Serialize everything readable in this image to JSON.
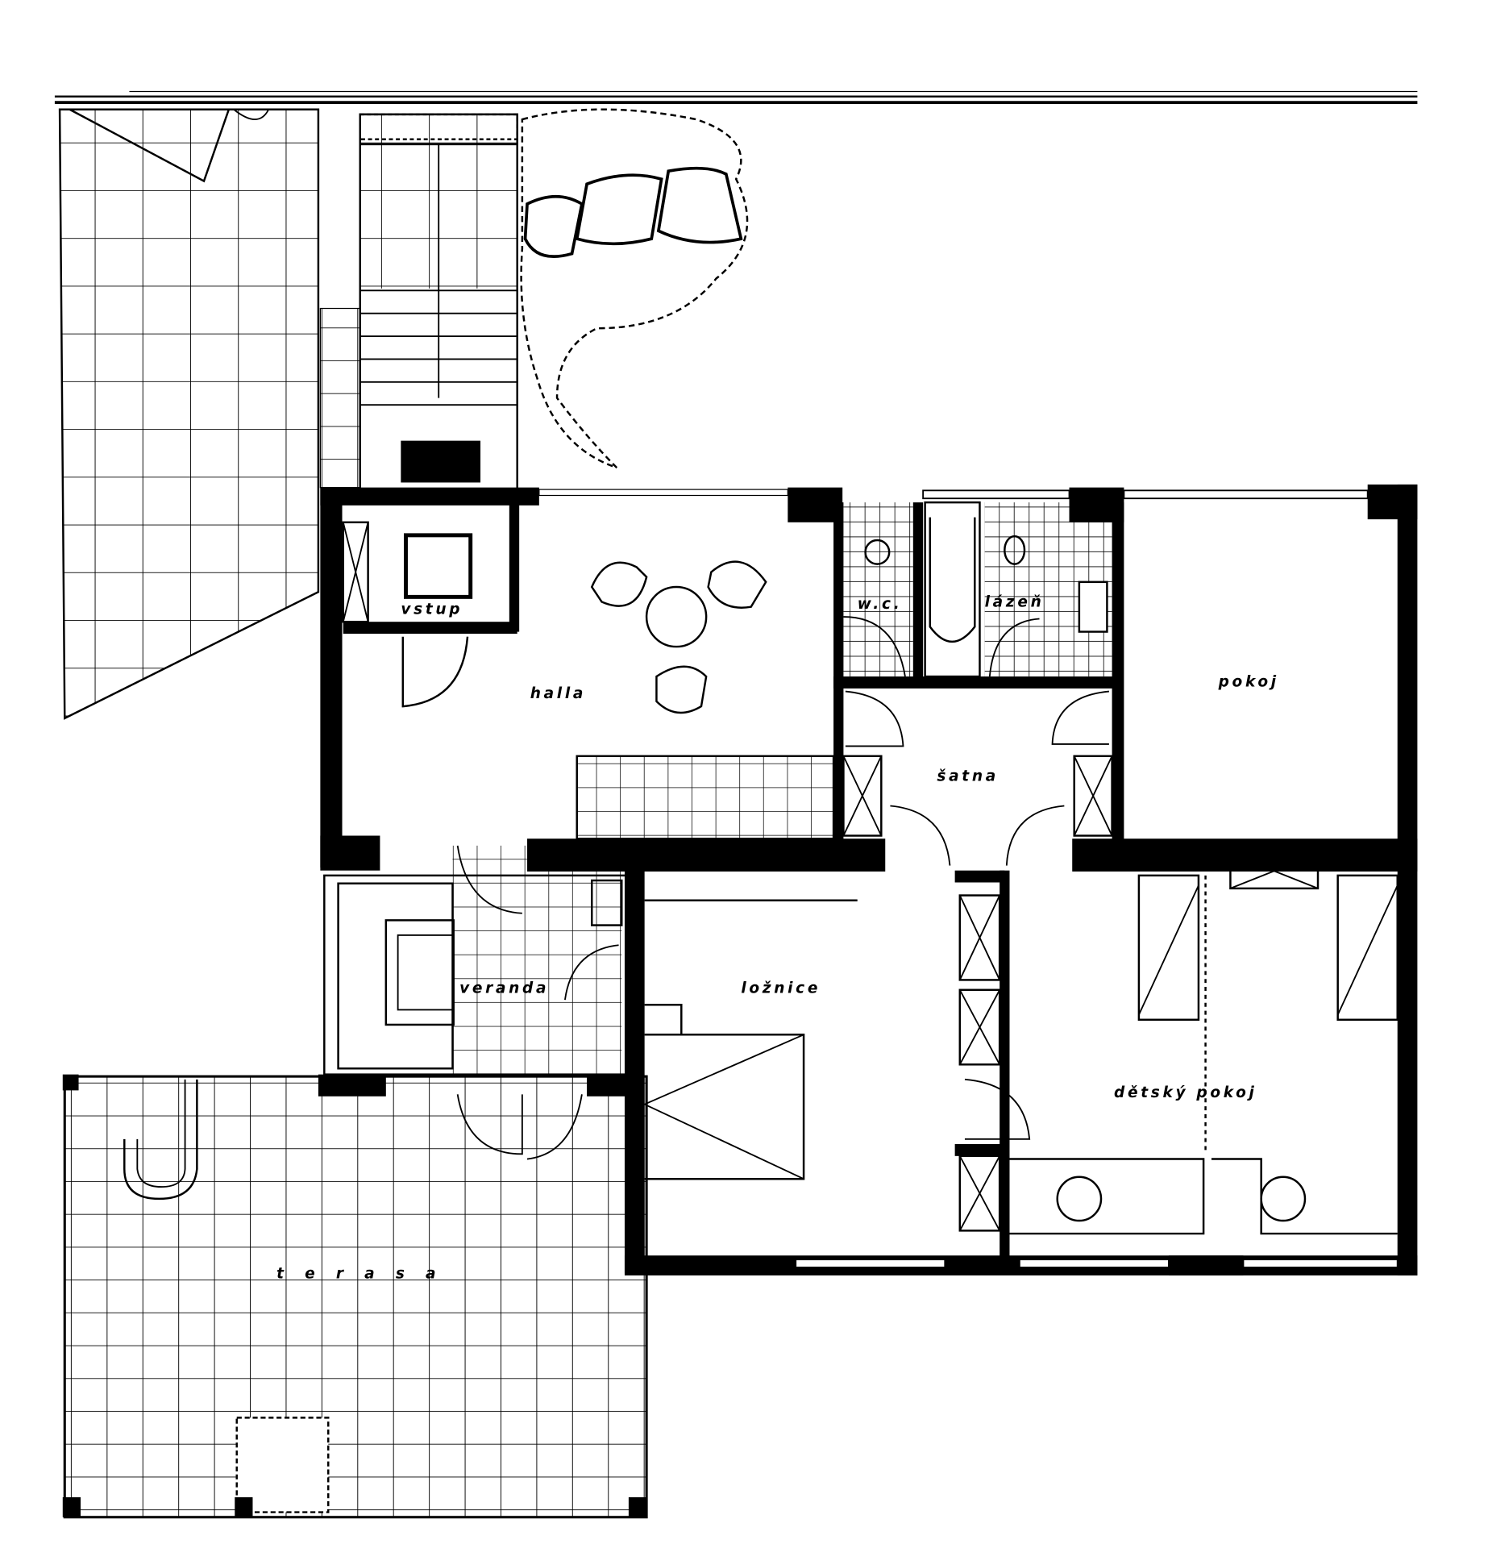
{
  "plan": {
    "rooms": {
      "vstup": "vstup",
      "halla": "halla",
      "wc": "w.c.",
      "lazen": "lázeň",
      "satna": "šatna",
      "pokoj": "pokoj",
      "loznice": "ložnice",
      "veranda": "veranda",
      "detsky_pokoj": "dětský pokoj",
      "terasa": "t e r a s a"
    }
  }
}
